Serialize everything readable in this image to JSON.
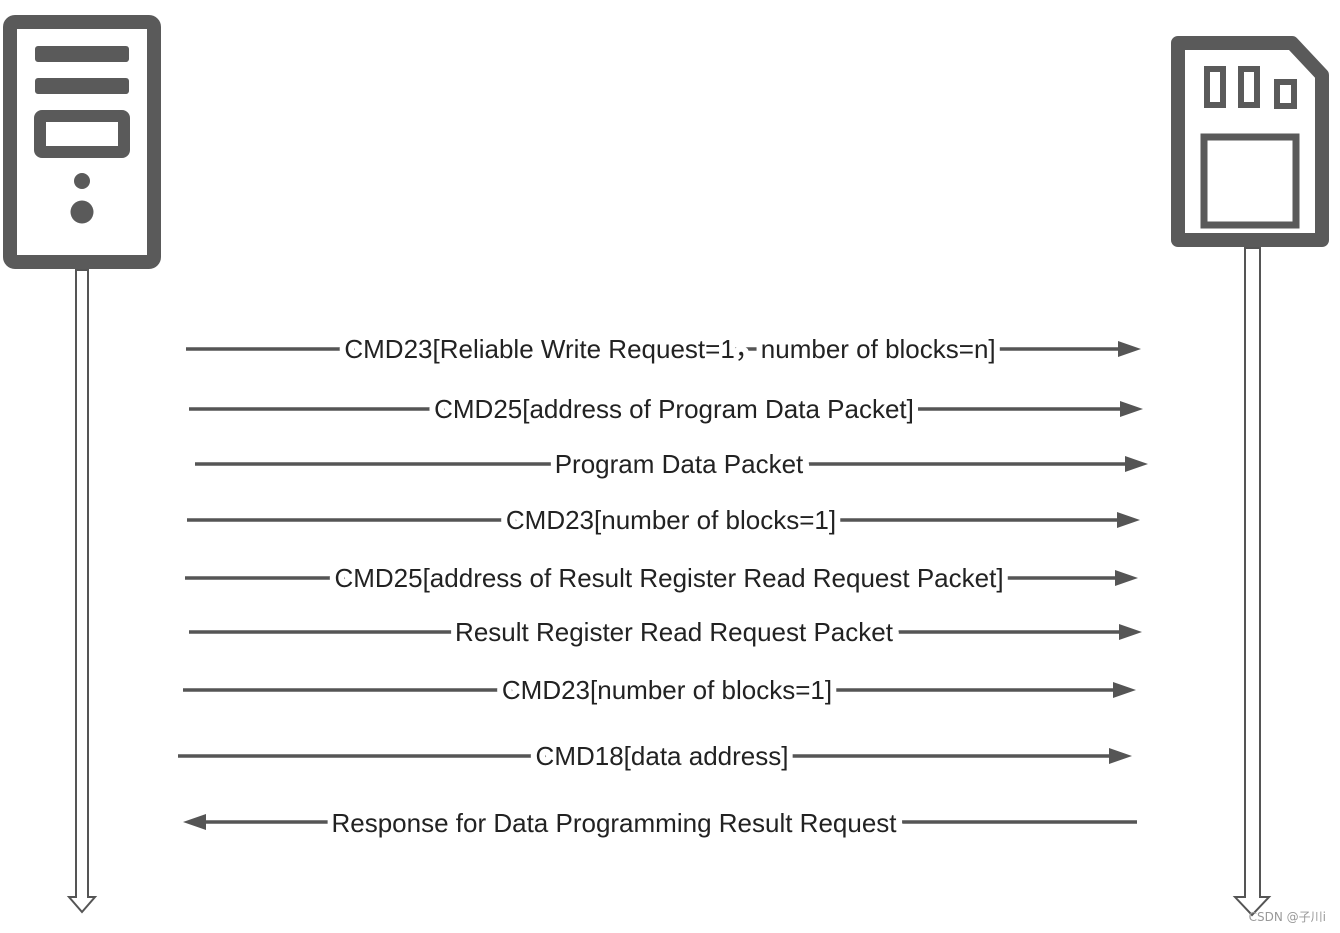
{
  "participants": {
    "host": {
      "icon": "server-icon"
    },
    "card": {
      "icon": "sd-card-icon"
    }
  },
  "messages": [
    {
      "label": "CMD23[Reliable Write Request=1，number of blocks=n]",
      "direction": "host-to-card"
    },
    {
      "label": "CMD25[address of Program Data Packet]",
      "direction": "host-to-card"
    },
    {
      "label": "Program Data Packet",
      "direction": "host-to-card"
    },
    {
      "label": "CMD23[number of blocks=1]",
      "direction": "host-to-card"
    },
    {
      "label": "CMD25[address of Result Register Read Request Packet]",
      "direction": "host-to-card"
    },
    {
      "label": "Result Register Read Request Packet",
      "direction": "host-to-card"
    },
    {
      "label": "CMD23[number of blocks=1]",
      "direction": "host-to-card"
    },
    {
      "label": "CMD18[data address]",
      "direction": "host-to-card"
    },
    {
      "label": "Response for Data Programming Result Request",
      "direction": "card-to-host"
    }
  ],
  "watermark": "CSDN @子川i",
  "colors": {
    "line": "#555555",
    "icon": "#5a5a5a",
    "text": "#222222"
  }
}
